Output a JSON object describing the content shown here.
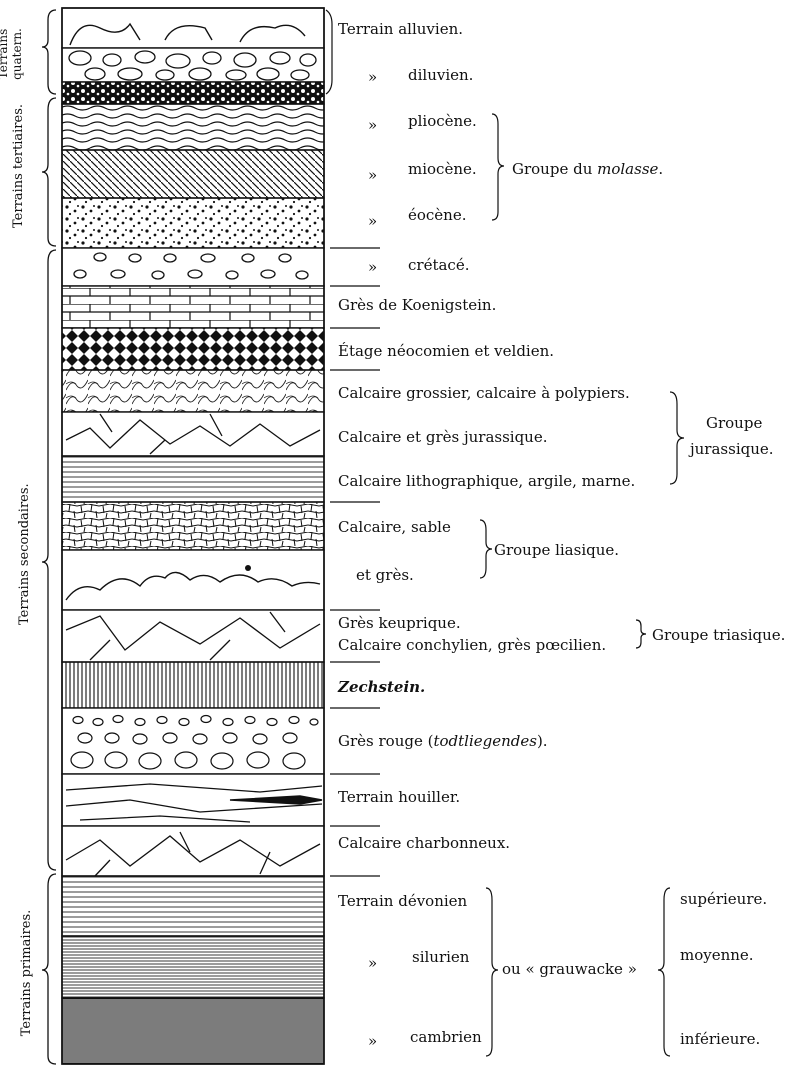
{
  "side_labels": {
    "quaternary_line1": "Terrains",
    "quaternary_line2": "quatern.",
    "tertiary": "Terrains tertiaires.",
    "secondary": "Terrains secondaires.",
    "primary": "Terrains primaires."
  },
  "layer_labels": {
    "alluvien": "Terrain alluvien.",
    "diluvien_mark": "»",
    "diluvien": "diluvien.",
    "pliocene_mark": "»",
    "pliocene": "pliocène.",
    "miocene_mark": "»",
    "miocene": "miocène.",
    "eocene_mark": "»",
    "eocene": "éocène.",
    "cretace_mark": "»",
    "cretace": "crétacé.",
    "koenigstein": "Grès de Koenigstein.",
    "neocomien": "Étage néocomien et veldien.",
    "calcaire_grossier": "Calcaire grossier, calcaire à polypiers.",
    "calcaire_gres_jurassique": "Calcaire et grès jurassique.",
    "calcaire_lithographique": "Calcaire lithographique, argile, marne.",
    "calcaire_sable": "Calcaire,  sable",
    "et_gres": "et grès.",
    "gres_keuprique": "Grès keuprique.",
    "calcaire_conchylien": "Calcaire conchylien, grès pœcilien.",
    "zechstein": "Zechstein.",
    "gres_rouge_a": "Grès rouge (",
    "gres_rouge_b": "todtliegendes",
    "gres_rouge_c": ").",
    "houiller": "Terrain houiller.",
    "charbonneux": "Calcaire charbonneux.",
    "devonien": "Terrain dévonien",
    "silurien_mark": "»",
    "silurien": "silurien",
    "cambrien_mark": "»",
    "cambrien": "cambrien"
  },
  "group_labels": {
    "molasse_a": "Groupe du ",
    "molasse_b": "molasse",
    "molasse_c": ".",
    "jurassique_1": "Groupe",
    "jurassique_2": "jurassique.",
    "liasique": "Groupe liasique.",
    "triasique": "Groupe triasique.",
    "grauwacke": "ou « grauwacke »",
    "superieure": "supérieure.",
    "moyenne": "moyenne.",
    "inferieure": "inférieure."
  }
}
